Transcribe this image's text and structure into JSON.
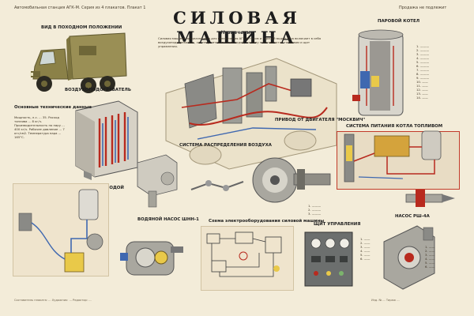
{
  "header": {
    "left_text": "Автомобильная станция АГК-М. Серия из 4 плакатов. Плакат 1",
    "right_text": "Продажа не подлежит",
    "title": "СИЛОВАЯ МАШИНА",
    "subtitle": "Назначение"
  },
  "intro_text": "Силовая машина предназначена для обеспечения АГК-М газом и горячей водой. Она включает в себя воздухоподогреватель, систему питания котла водой, систему питания котла топливом и щит управления.",
  "labels": {
    "transport": "ВИД В ПОХОДНОМ ПОЛОЖЕНИИ",
    "heater": "ВОЗДУХОПОДОГРЕВАТЕЛЬ",
    "specs_title": "Основные технические данные",
    "distribution": "СИСТЕМА РАСПРЕДЕЛЕНИЯ ВОЗДУХА",
    "drive": "ПРИВОД ОТ ДВИГАТЕЛЯ \"МОСКВИЧ\"",
    "steam_boiler": "ПАРОВОЙ КОТЕЛ",
    "fuel_system": "СИСТЕМА ПИТАНИЯ КОТЛА ТОПЛИВОМ",
    "water_system": "СИСТЕМА ПИТАНИЯ КОТЛА ВОДОЙ",
    "water_pump": "ВОДЯНОЙ НАСОС ШНН-1",
    "electric_scheme": "Схема электрооборудования силовой машины",
    "control_panel": "ЩИТ УПРАВЛЕНИЯ",
    "fuel_pump": "НАСОС РШ-4А"
  },
  "specs_text": "Мощность, л.с. ... 35. Расход топлива ... 8 кг/ч. Производительность по пару ... 400 кг/ч. Рабочее давление ... 7 кгс/см2. Температура пара ... 165°С.",
  "footer": {
    "left": "Составитель плаката: ... Художник: ... Редактор: ...",
    "right": "Изд. № ... Тираж ..."
  },
  "colors": {
    "background": "#f3ecd9",
    "khaki": "#9a8f55",
    "khaki_dark": "#6f6738",
    "pipe_red": "#b82a1e",
    "blue": "#3f68b0",
    "yellow": "#e9c949",
    "steel": "#8a8a86"
  },
  "icons": [
    "truck-icon",
    "engine-icon",
    "boiler-icon",
    "pump-icon",
    "panel-icon",
    "tank-icon"
  ]
}
